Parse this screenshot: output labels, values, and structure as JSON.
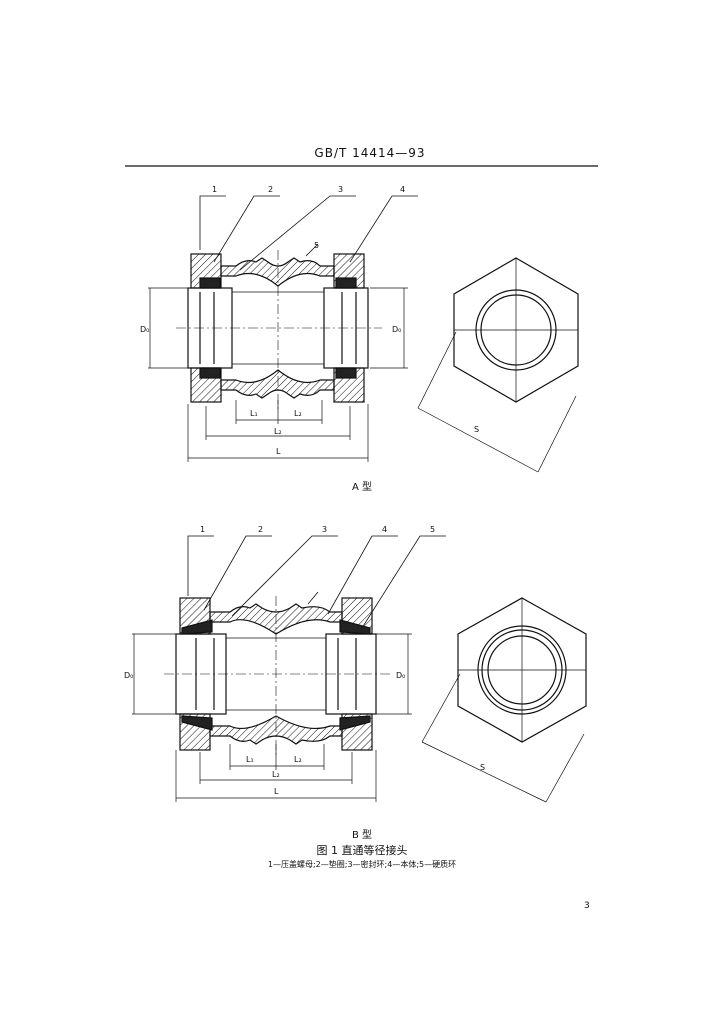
{
  "header": {
    "standard_number": "GB/T 14414—93"
  },
  "figure": {
    "type_a_label": "A 型",
    "type_b_label": "B 型",
    "caption": "图 1   直通等径接头",
    "legend": "1—压盖螺母;2—垫圈;3—密封环;4—本体;5—硬质环"
  },
  "callouts_a": [
    "1",
    "2",
    "3",
    "4",
    "5"
  ],
  "callouts_b": [
    "1",
    "2",
    "3",
    "4",
    "5"
  ],
  "dims": {
    "bore_left": "D₀",
    "bore_right": "D₀",
    "length_short": "L₁",
    "length_mid": "L₂",
    "length_total": "L",
    "hex_size": "S"
  },
  "page_number": "3",
  "colors": {
    "ink": "#111111",
    "paper": "#ffffff"
  }
}
